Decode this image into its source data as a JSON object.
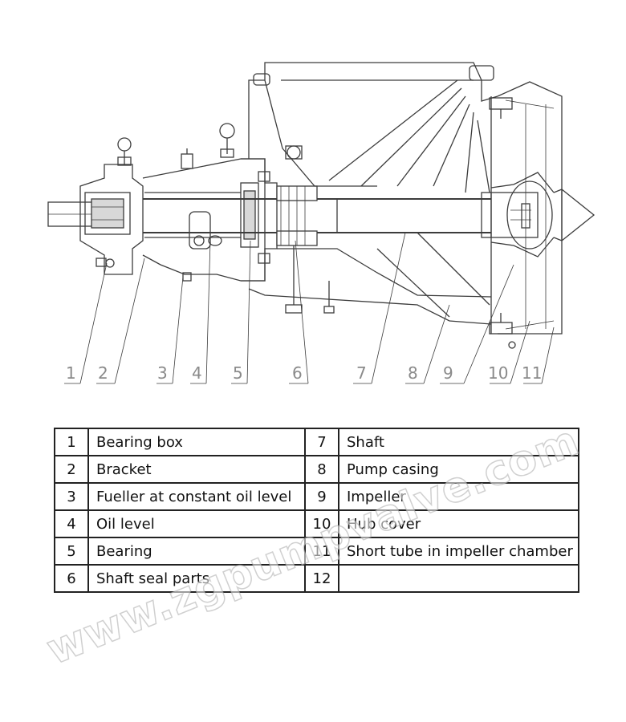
{
  "diagram": {
    "callouts": [
      "1",
      "2",
      "3",
      "4",
      "5",
      "6",
      "7",
      "8",
      "9",
      "10",
      "11"
    ]
  },
  "parts_table": {
    "rows": [
      {
        "left_num": "1",
        "left_name": "Bearing box",
        "right_num": "7",
        "right_name": "Shaft"
      },
      {
        "left_num": "2",
        "left_name": "Bracket",
        "right_num": "8",
        "right_name": "Pump casing"
      },
      {
        "left_num": "3",
        "left_name": "Fueller at constant oil level",
        "right_num": "9",
        "right_name": "Impeller"
      },
      {
        "left_num": "4",
        "left_name": "Oil level",
        "right_num": "10",
        "right_name": "Hub cover"
      },
      {
        "left_num": "5",
        "left_name": "Bearing",
        "right_num": "11",
        "right_name": "Short tube in impeller chamber"
      },
      {
        "left_num": "6",
        "left_name": "Shaft seal parts",
        "right_num": "12",
        "right_name": ""
      }
    ]
  },
  "watermark": "www.zgpumpvalve.com",
  "colors": {
    "line": "#3c3c3c",
    "callout_text": "#8a8a8a",
    "table_border": "#222222"
  }
}
